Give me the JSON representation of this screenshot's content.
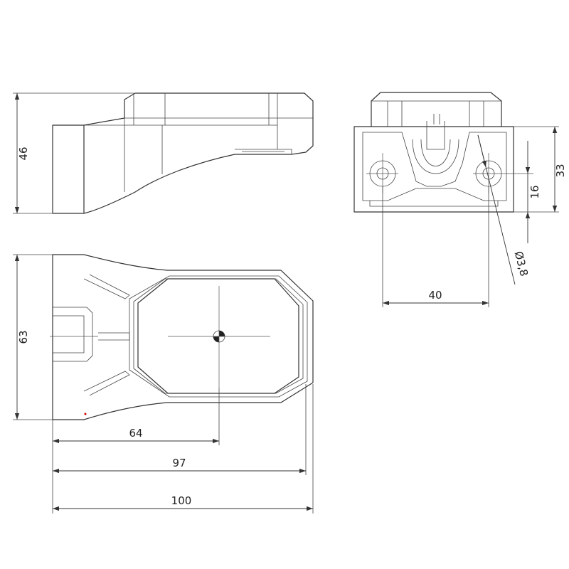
{
  "dimensions": {
    "side_height": "46",
    "top_width": "63",
    "front_height_total": "33",
    "front_height_inner": "16",
    "hole_diameter": "Ø3,8",
    "hole_spacing": "40",
    "center_offset": "64",
    "inner_length": "97",
    "overall_length": "100"
  },
  "colors": {
    "line": "#333333",
    "marker": "#cc0000"
  }
}
